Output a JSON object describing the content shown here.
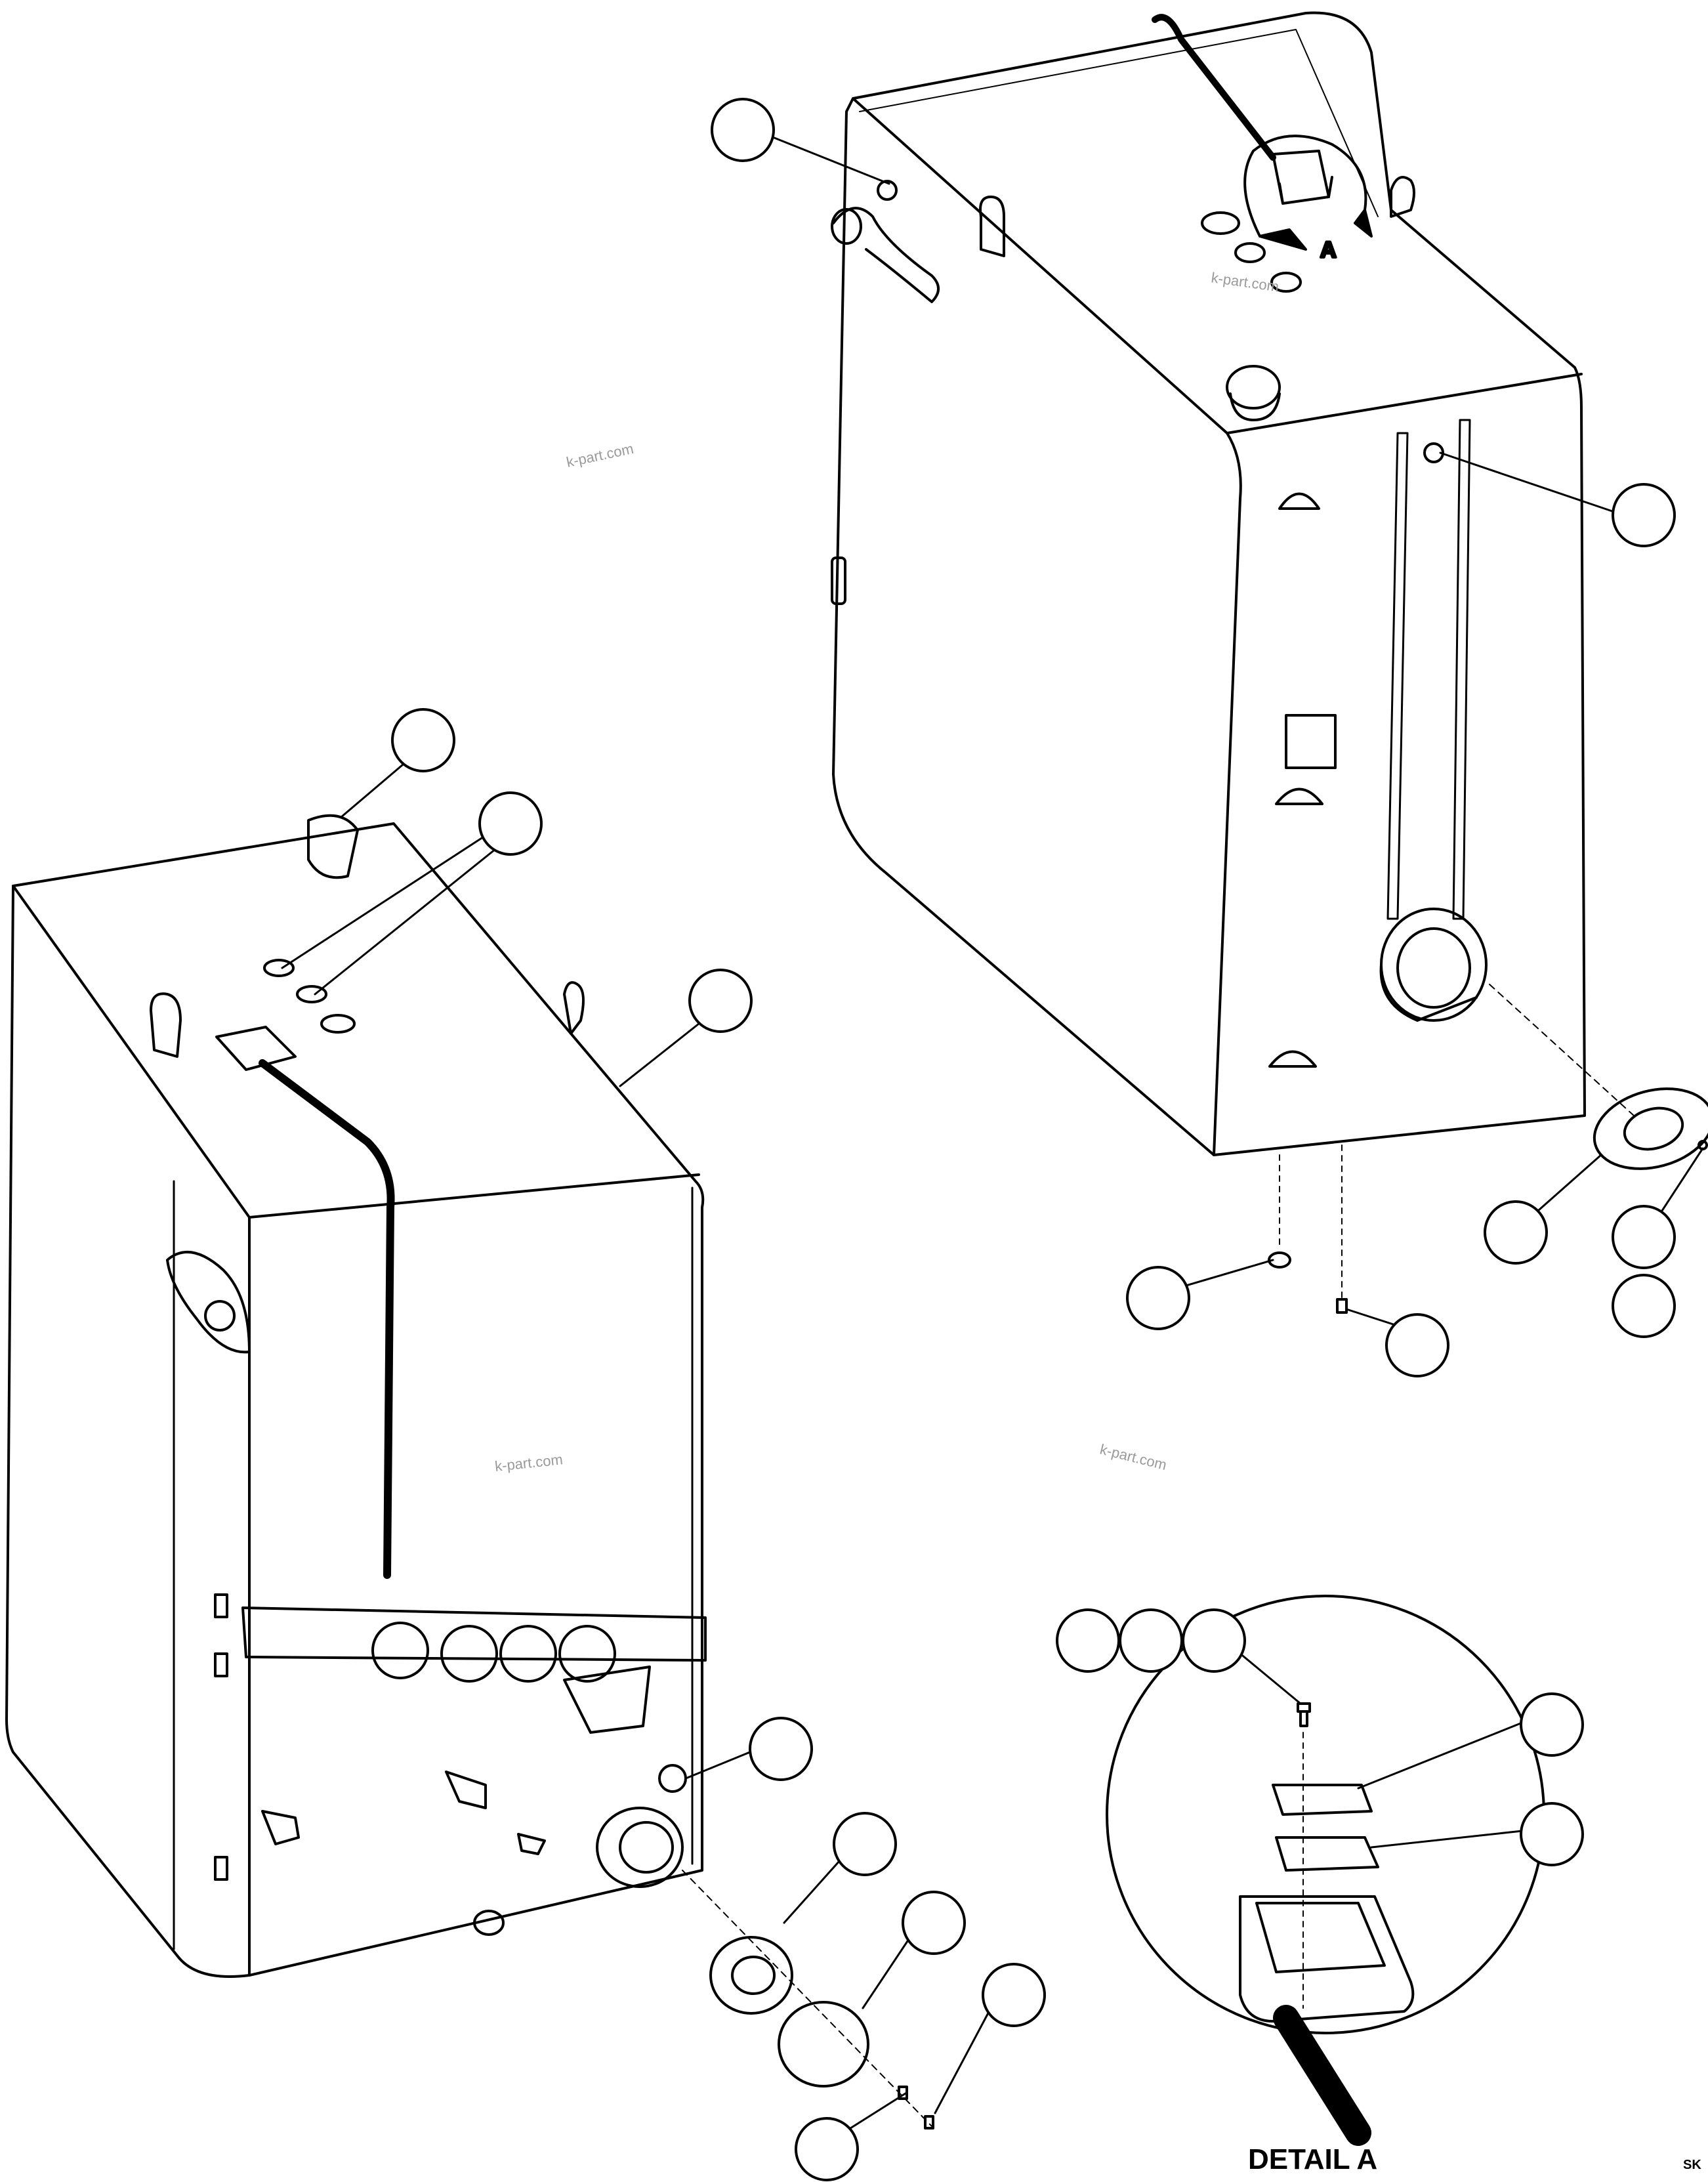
{
  "diagram": {
    "watermarks": [
      "k-part.com",
      "k-part.com",
      "k-part.com",
      "k-part.com"
    ],
    "view_arrow_label": "A",
    "detail_caption": "DETAIL A",
    "corner_code": "SK"
  }
}
